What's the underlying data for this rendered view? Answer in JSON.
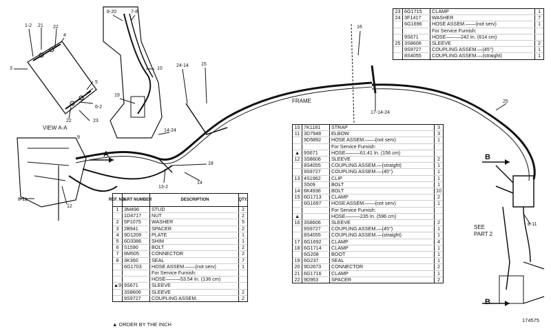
{
  "figure_number": "174575",
  "footnote": "▲ ORDER BY THE INCH",
  "labels": {
    "view_aa": "VIEW A-A",
    "frame": "FRAME",
    "see_part_2_line1": "SEE",
    "see_part_2_line2": "PART 2",
    "section_a": "A",
    "section_b1": "B",
    "section_b2": "B"
  },
  "callouts": [
    "1-2",
    "21",
    "22",
    "4",
    "3",
    "5",
    "6-2",
    "22",
    "23",
    "8-20",
    "7-8",
    "10",
    "19",
    "18",
    "9",
    "13-2",
    "14",
    "14-24",
    "24-14",
    "15",
    "16",
    "17-14-24",
    "25",
    "8-11",
    "12",
    "8-11"
  ],
  "table_left": {
    "headers": {
      "ref": "REF. NO.",
      "part": "PART NUMBER",
      "desc": "DESCRIPTION",
      "qty": "QTY."
    },
    "rows": [
      {
        "no": "1",
        "pn": "3M496",
        "desc": "STUD",
        "qty": "2"
      },
      {
        "no": "",
        "pn": "1D4717",
        "desc": "NUT",
        "qty": "2"
      },
      {
        "no": "2",
        "pn": "5P1075",
        "desc": "WASHER",
        "qty": "5"
      },
      {
        "no": "3",
        "pn": "2B941",
        "desc": "SPACER",
        "qty": "2"
      },
      {
        "no": "4",
        "pn": "9D1209",
        "desc": "PLATE",
        "qty": "1"
      },
      {
        "no": "5",
        "pn": "6D3386",
        "desc": "SHIM",
        "qty": "1"
      },
      {
        "no": "6",
        "pn": "S1590",
        "desc": "BOLT",
        "qty": "2"
      },
      {
        "no": "7",
        "pn": "8M505",
        "desc": "CONNECTOR",
        "qty": "2"
      },
      {
        "no": "8",
        "pn": "3K360",
        "desc": "SEAL",
        "qty": "7"
      },
      {
        "no": "",
        "pn": "6G1703",
        "desc": "HOSE ASSEM.——(not serv)",
        "qty": "1"
      },
      {
        "no": "",
        "pn": "",
        "desc": "   For Service Furnish:",
        "qty": ""
      },
      {
        "no": "",
        "pn": "",
        "desc": "   HOSE———53.54 In. (136 cm)",
        "qty": ""
      },
      {
        "no": "▲9",
        "pn": "9S671",
        "desc": "SLEEVE",
        "qty": ""
      },
      {
        "no": "",
        "pn": "3S8606",
        "desc": "SLEEVE",
        "qty": "2"
      },
      {
        "no": "",
        "pn": "9S9727",
        "desc": "COUPLING ASSEM.",
        "qty": "2"
      }
    ]
  },
  "table_middle": {
    "rows": [
      {
        "no": "10",
        "pn": "7K1181",
        "desc": "STRAP",
        "qty": "3"
      },
      {
        "no": "11",
        "pn": "3D7948",
        "desc": "ELBOW",
        "qty": "3"
      },
      {
        "no": "",
        "pn": "9D5892",
        "desc": "HOSE ASSEM.——(not serv)",
        "qty": "1"
      },
      {
        "no": "",
        "pn": "",
        "desc": "   For Service Furnish:",
        "qty": ""
      },
      {
        "no": "▲",
        "pn": "9S671",
        "desc": "   HOSE———61.41 In. (156 cm)",
        "qty": ""
      },
      {
        "no": "12",
        "pn": "3S8606",
        "desc": "SLEEVE",
        "qty": "2"
      },
      {
        "no": "",
        "pn": "8S4055",
        "desc": "COUPLING ASSEM.—(straight)",
        "qty": "1"
      },
      {
        "no": "",
        "pn": "9S9727",
        "desc": "COUPLING ASSEM.—(45°)",
        "qty": "1"
      },
      {
        "no": "13",
        "pn": "4S1962",
        "desc": "CLIP",
        "qty": "1"
      },
      {
        "no": "",
        "pn": "S509",
        "desc": "BOLT",
        "qty": "1"
      },
      {
        "no": "14",
        "pn": "6K4936",
        "desc": "BOLT",
        "qty": "10"
      },
      {
        "no": "15",
        "pn": "6G1713",
        "desc": "CLAMP",
        "qty": "2"
      },
      {
        "no": "",
        "pn": "6G1697",
        "desc": "HOSE ASSEM.——(not serv)",
        "qty": "1"
      },
      {
        "no": "",
        "pn": "",
        "desc": "   For Service Furnish:",
        "qty": ""
      },
      {
        "no": "▲",
        "pn": "",
        "desc": "   HOSE———235 In. (596 cm)",
        "qty": ""
      },
      {
        "no": "16",
        "pn": "3S8606",
        "desc": "SLEEVE",
        "qty": "2"
      },
      {
        "no": "",
        "pn": "9S9727",
        "desc": "COUPLING ASSEM.—(45°)",
        "qty": "1"
      },
      {
        "no": "",
        "pn": "8S4055",
        "desc": "COUPLING ASSEM.—(straight)",
        "qty": "1"
      },
      {
        "no": "17",
        "pn": "6G1692",
        "desc": "CLAMP",
        "qty": "4"
      },
      {
        "no": "18",
        "pn": "6G1714",
        "desc": "CLAMP",
        "qty": "1"
      },
      {
        "no": "",
        "pn": "6G208",
        "desc": "BOOT",
        "qty": "1"
      },
      {
        "no": "19",
        "pn": "6G237",
        "desc": "SEAL",
        "qty": "1"
      },
      {
        "no": "20",
        "pn": "9D2673",
        "desc": "CONNECTOR",
        "qty": "2"
      },
      {
        "no": "21",
        "pn": "6G1716",
        "desc": "CLAMP",
        "qty": "1"
      },
      {
        "no": "22",
        "pn": "9D953",
        "desc": "SPACER",
        "qty": "2"
      }
    ]
  },
  "table_right": {
    "rows": [
      {
        "no": "23",
        "pn": "6G1715",
        "desc": "CLAMP",
        "qty": "1"
      },
      {
        "no": "24",
        "pn": "3F1417",
        "desc": "WASHER",
        "qty": "7"
      },
      {
        "no": "",
        "pn": "6G1696",
        "desc": "HOSE ASSEM.——(not serv)",
        "qty": "1"
      },
      {
        "no": "",
        "pn": "",
        "desc": "   For Service Furnish:",
        "qty": ""
      },
      {
        "no": "",
        "pn": "9S671",
        "desc": "   HOSE———242 In. (614 cm)",
        "qty": ""
      },
      {
        "no": "25",
        "pn": "3S8606",
        "desc": "SLEEVE",
        "qty": "2"
      },
      {
        "no": "",
        "pn": "9S9727",
        "desc": "COUPLING ASSEM.—(45°)",
        "qty": "1"
      },
      {
        "no": "",
        "pn": "8S4055",
        "desc": "COUPLING ASSEM.—(straight)",
        "qty": "1"
      }
    ]
  }
}
